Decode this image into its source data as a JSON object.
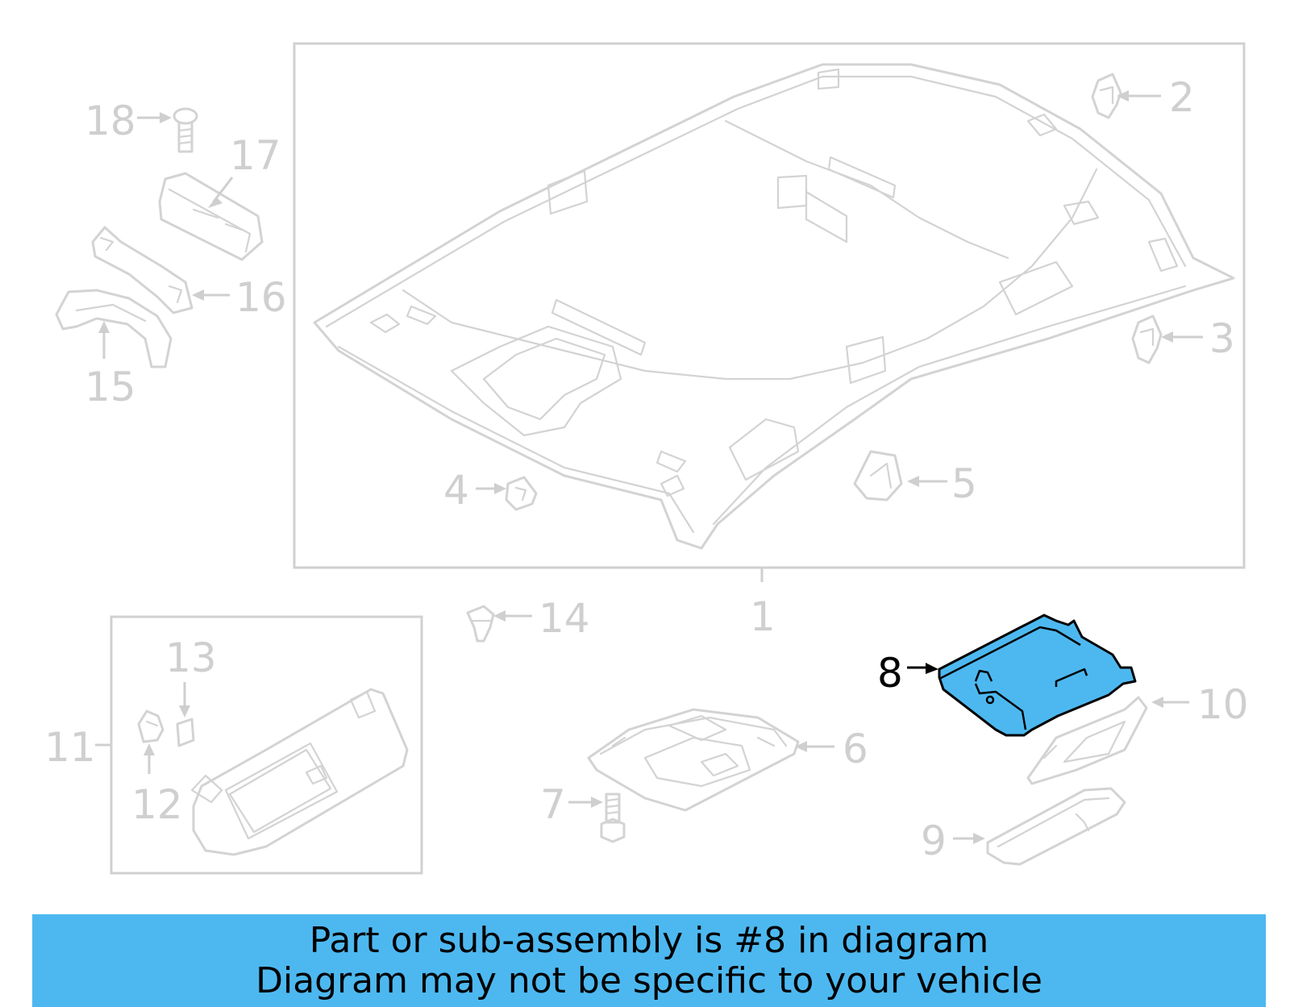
{
  "diagram": {
    "callouts": {
      "c1": "1",
      "c2": "2",
      "c3": "3",
      "c4": "4",
      "c5": "5",
      "c6": "6",
      "c7": "7",
      "c8": "8",
      "c9": "9",
      "c10": "10",
      "c11": "11",
      "c12": "12",
      "c13": "13",
      "c14": "14",
      "c15": "15",
      "c16": "16",
      "c17": "17",
      "c18": "18"
    },
    "highlighted_part": "8",
    "colors": {
      "highlight_fill": "#4db8f0",
      "line_gray": "#d3d3d3",
      "callout_gray": "#cfcfcf",
      "highlight_label": "#000000"
    }
  },
  "banner": {
    "line1": "Part or sub-assembly is #8 in diagram",
    "line2": "Diagram may not be specific to your vehicle",
    "background": "#4db8f0"
  }
}
